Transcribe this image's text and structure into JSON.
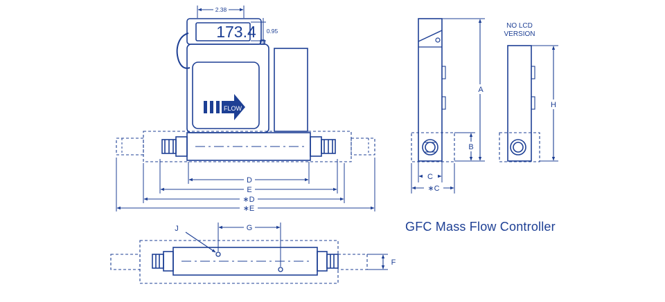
{
  "colors": {
    "ink": "#1d3f94",
    "paper": "#ffffff"
  },
  "caption": "GFC Mass Flow Controller",
  "lcd_reading": "173.4",
  "flow_label": "FLOW",
  "no_lcd_label": [
    "NO LCD",
    "VERSION"
  ],
  "dimensions": {
    "top_width": "2.38",
    "lcd_height": "0.95",
    "A": "A",
    "B": "B",
    "C": "C",
    "C_alt": "∗C",
    "D": "D",
    "E": "E",
    "D_alt": "∗D",
    "E_alt": "∗E",
    "H": "H",
    "G": "G",
    "J": "J",
    "F": "F"
  }
}
